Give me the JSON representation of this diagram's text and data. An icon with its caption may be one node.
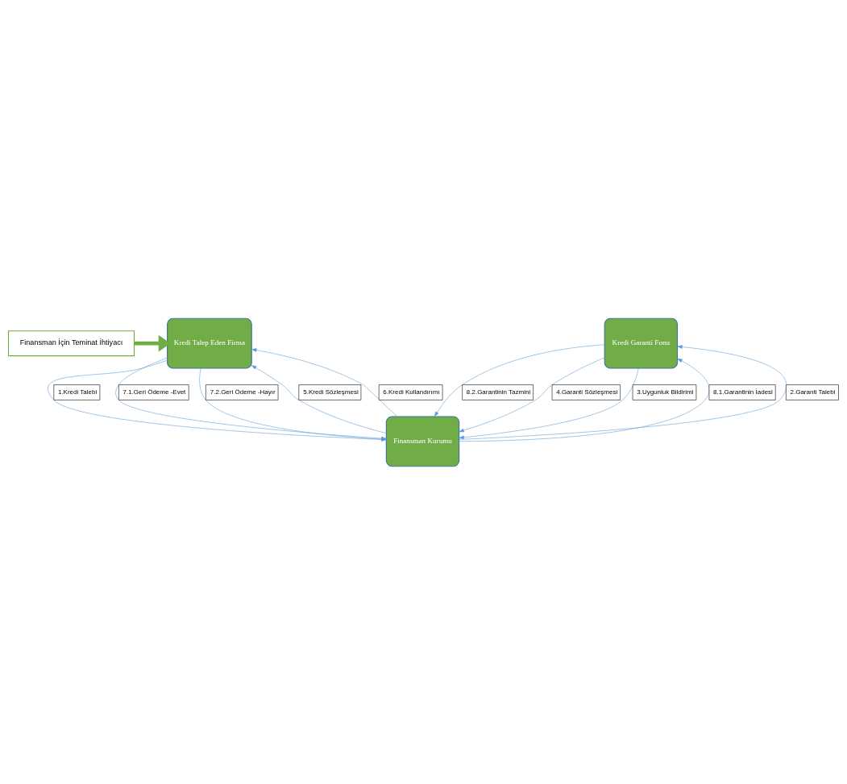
{
  "diagram": {
    "nodes": [
      {
        "text": [
          "Finansman İçin Teminat İhtiyacı"
        ]
      },
      {
        "text": [
          "Kredi Talep Eden Firma"
        ]
      },
      {
        "text": [
          "Kredi Garanti Fonu"
        ]
      },
      {
        "text": [
          "Finansman Kurumu"
        ]
      }
    ],
    "edges": [
      {
        "from": 0,
        "to": 1,
        "arrow": "to",
        "style": "thick",
        "color": "#70ad47"
      },
      {
        "from": 1,
        "to": 3,
        "arrow": "to",
        "label": "1.Kredi Talebi"
      },
      {
        "from": 3,
        "to": 1,
        "arrow": "to",
        "label": "5.Kredi Sözleşmesi"
      },
      {
        "from": 3,
        "to": 1,
        "arrow": "to",
        "label": "6.Kredi Kullandırımı"
      },
      {
        "from": 1,
        "to": 3,
        "arrow": "to",
        "label": "7.1.Geri Ödeme -Evet"
      },
      {
        "from": 1,
        "to": 3,
        "arrow": "to",
        "label": "7.2.Geri Ödeme -Hayır"
      },
      {
        "from": 2,
        "to": 3,
        "arrow": "to",
        "label": "8.2.Garantinin Tazmini"
      },
      {
        "from": 3,
        "to": 2,
        "arrow": "to",
        "label": "8.1.Garantinin İadesi"
      },
      {
        "from": 2,
        "to": 3,
        "arrow": "to",
        "label": "4.Garanti Sözleşmesi"
      },
      {
        "from": 2,
        "to": 3,
        "arrow": "to",
        "label": "3.Uygunluk Bildirimi"
      },
      {
        "from": 3,
        "to": 2,
        "arrow": "to",
        "label": "2.Garanti Talebi"
      }
    ]
  }
}
